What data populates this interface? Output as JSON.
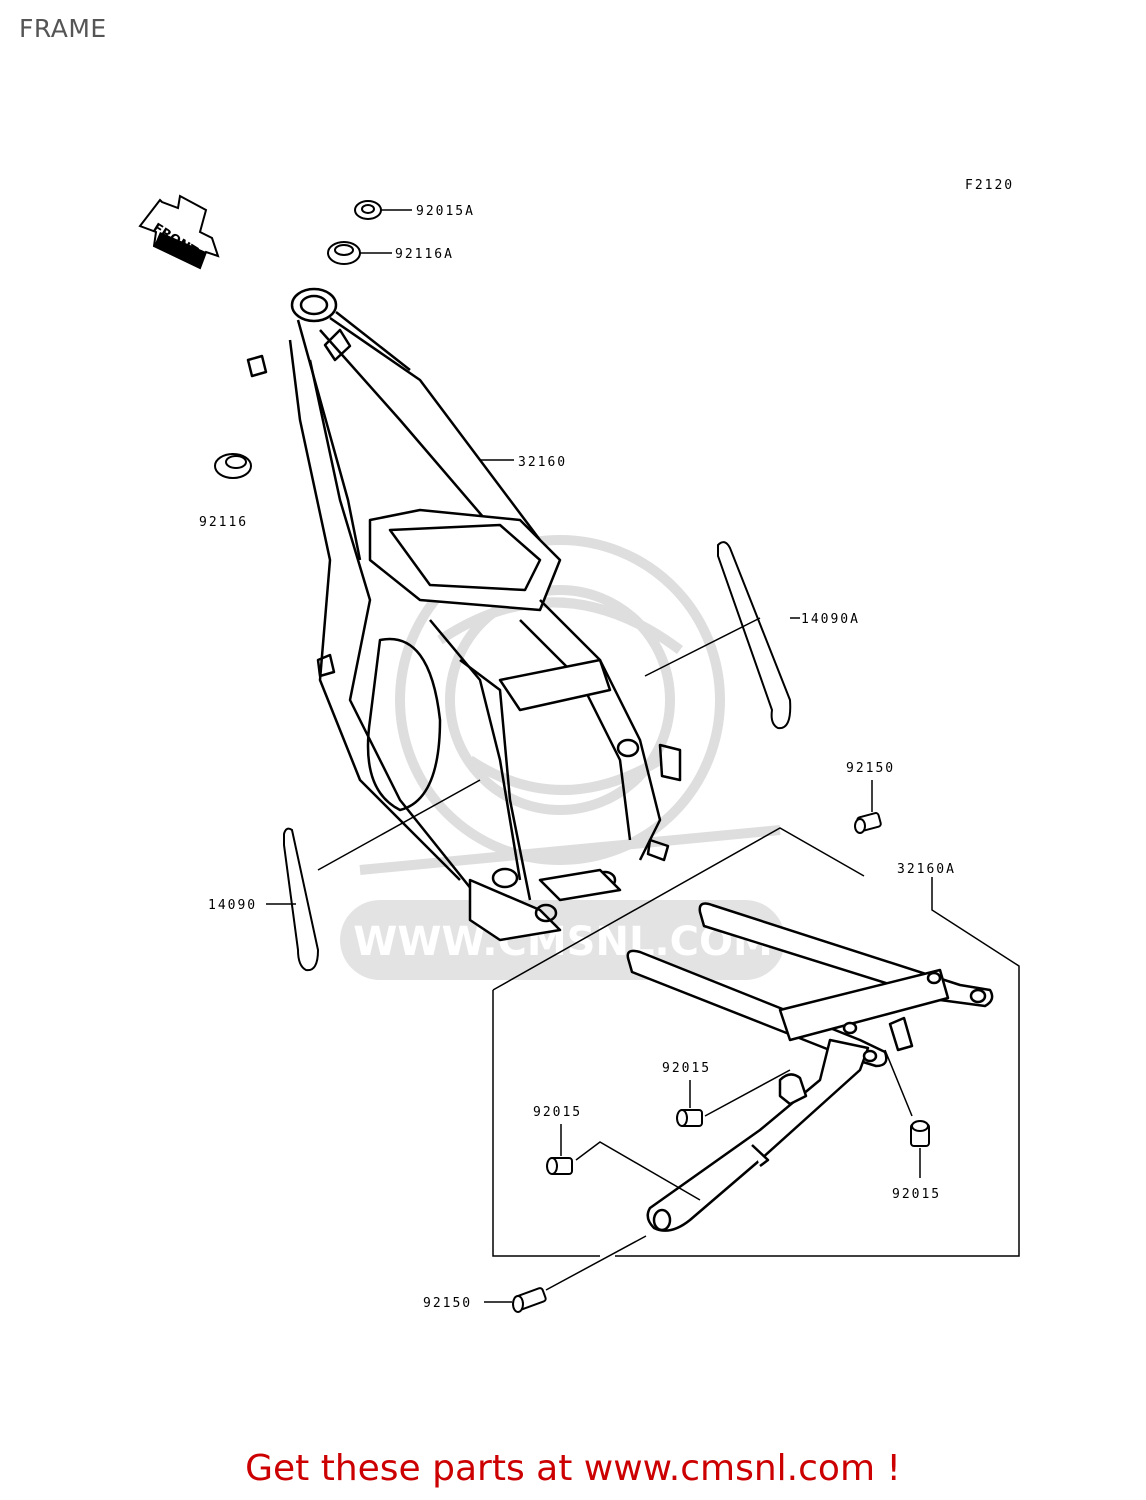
{
  "page": {
    "title": "FRAME"
  },
  "diagram": {
    "code": "F2120",
    "front_marker": "FRONT",
    "watermark_url": "WWW.CMSNL.COM",
    "parts": {
      "p92015A": "92015A",
      "p92116A": "92116A",
      "p32160": "32160",
      "p92116": "92116",
      "p14090A": "14090A",
      "p92150_top": "92150",
      "p32160A": "32160A",
      "p14090": "14090",
      "p92015_mid": "92015",
      "p92015_left": "92015",
      "p92015_right": "92015",
      "p92150_bottom": "92150"
    }
  },
  "footer": {
    "text": "Get these parts at www.cmsnl.com !"
  },
  "colors": {
    "footer": "#cc0000",
    "line": "#000000",
    "watermark": "#d9d9d9"
  }
}
